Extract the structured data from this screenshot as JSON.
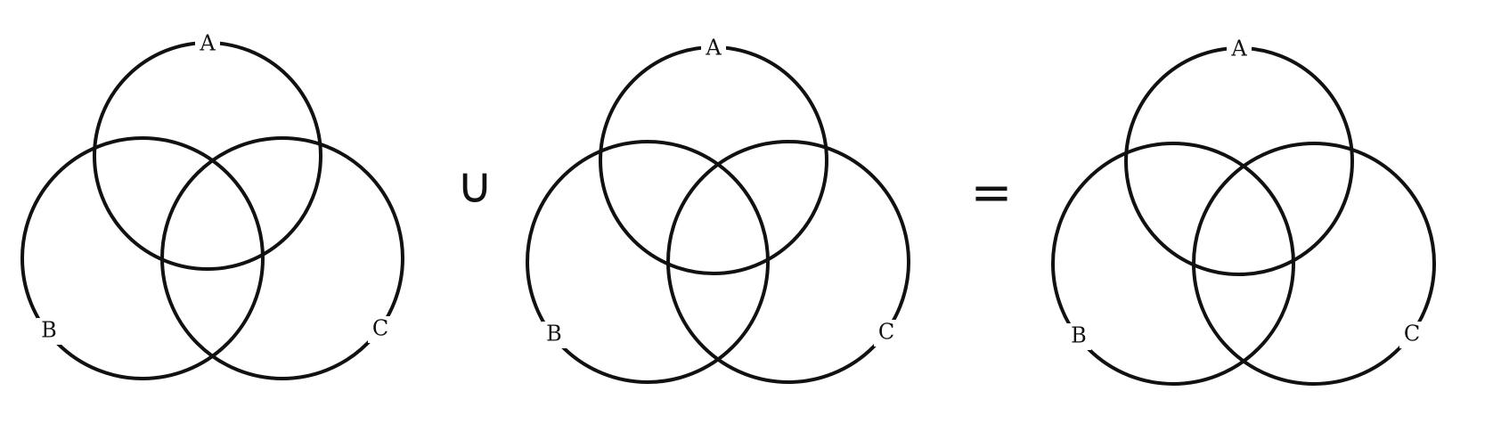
{
  "diagrams": [
    {
      "labels": {
        "a": "A",
        "b": "B",
        "c": "C"
      }
    },
    {
      "labels": {
        "a": "A",
        "b": "B",
        "c": "C"
      }
    },
    {
      "labels": {
        "a": "A",
        "b": "B",
        "c": "C"
      }
    }
  ],
  "operators": {
    "union": "∪",
    "equals": "="
  },
  "colors": {
    "stroke": "#111111",
    "background": "#ffffff"
  }
}
